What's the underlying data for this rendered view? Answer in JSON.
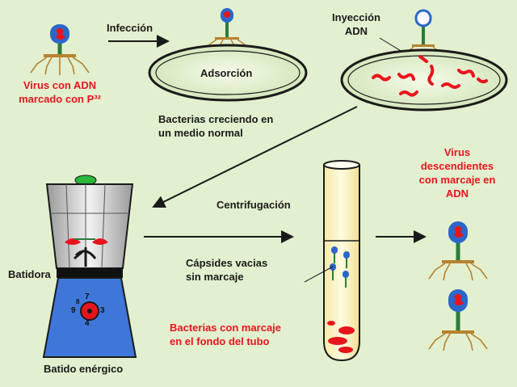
{
  "labels": {
    "virus_marcado": "Virus con ADN\nmarcado con P³²",
    "infeccion": "Infección",
    "inyeccion": "Inyección\nADN",
    "adsorcion": "Adsorción",
    "bacterias_normal": "Bacterias creciendo en\nun medio normal",
    "virus_descendientes": "Virus\ndescendientes\ncon marcaje en\nADN",
    "centrifugacion": "Centrifugación",
    "batidora": "Batidora",
    "capsides": "Cápsides vacias\nsin marcaje",
    "bacterias_fondo": "Bacterias con marcaje\nen el fondo del tubo",
    "batido": "Batido enérgico",
    "dial": [
      "7",
      "8",
      "9",
      "3",
      "4"
    ]
  },
  "colors": {
    "background": "#e2f0cf",
    "label_red": "#e8141c",
    "dna_red": "#e8141c",
    "phage_head": "#2b67c9",
    "phage_tail": "#2b7d38",
    "tube_fill": "#fff8c4",
    "blender_liquid": "#3f77d9"
  }
}
